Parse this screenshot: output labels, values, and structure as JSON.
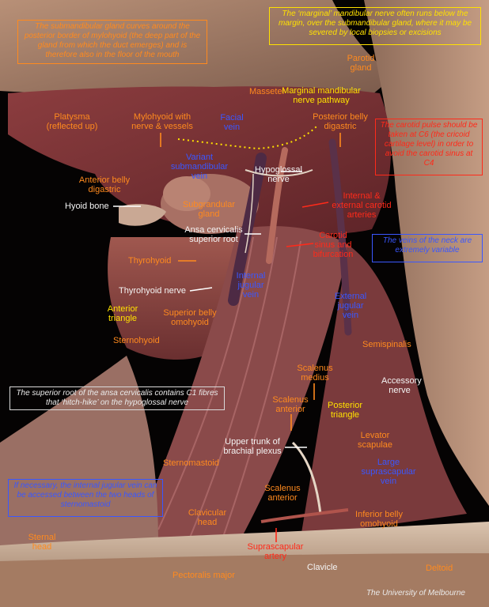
{
  "colors": {
    "orange": "#ff8a1e",
    "yellow": "#ffe100",
    "blue": "#3a57ff",
    "white": "#f4f4f4",
    "red": "#ff2a1a"
  },
  "notes": {
    "submandibular": "The submandibular gland curves around the posterior border of mylohyoid (the deep part of the gland from which the duct emerges) and is therefore also in the floor of the mouth",
    "marginal": "The ‘marginal’ mandibular nerve often runs below the margin, over the submandibular gland, where it may be severed by local  biopsies or excisions",
    "carotid_pulse": "The carotid pulse should be taken at C6 (the cricoid cartilage level) in order to avoid the carotid sinus at C4",
    "veins": "The veins of the neck are extremely variable",
    "ansa": "The superior root of the ansa cervicalis contains C1 fibres that ‘hitch-hike’ on the hypoglossal nerve",
    "ijv": "If necessary, the internal jugular vein can be accessed between the two heads of sternomastoid"
  },
  "labels": {
    "parotid": "Parotid gland",
    "masseter": "Masseter",
    "marginal_path": "Marginal mandibular nerve pathway",
    "platysma": "Platysma (reflected up)",
    "mylohyoid": "Mylohyoid with nerve & vessels",
    "facial_vein": "Facial vein",
    "post_digastric": "Posterior belly digastric",
    "variant_vein": "Variant submandibular vein",
    "hypoglossal": "Hypoglossal nerve",
    "ant_digastric": "Anterior belly digastric",
    "int_ext_carotid": "Internal & external carotid arteries",
    "hyoid": "Hyoid bone",
    "subgland": "Subgrandular gland",
    "ansa_root": "Ansa cervicalis superior root",
    "carotid_sinus": "Carotid sinus and bifurcation",
    "thyrohyoid": "Thyrohyoid",
    "ijv_label": "Internal jugular vein",
    "thyrohyoid_nerve": "Thyrohyoid nerve",
    "ext_jugular": "External jugular vein",
    "ant_triangle": "Anterior triangle",
    "sup_omohyoid": "Superior belly omohyoid",
    "sternohyoid": "Sternohyoid",
    "semispinalis": "Semispinalis",
    "scalenus_medius": "Scalenus medius",
    "accessory": "Accessory nerve",
    "scalenus_anterior_top": "Scalenus anterior",
    "post_triangle": "Posterior triangle",
    "levator": "Levator scapulae",
    "brachial": "Upper trunk of brachial plexus",
    "large_supra": "Large suprascapular vein",
    "sternomastoid": "Sternomastoid",
    "scalenus_anterior": "Scalenus anterior",
    "clavicular_head": "Clavicular head",
    "inf_omohyoid": "Inferior belly omohyoid",
    "sternal_head": "Sternal head",
    "suprascapular_artery": "Suprascapular artery",
    "clavicle": "Clavicle",
    "pectoralis": "Pectoralis major",
    "deltoid": "Deltoid"
  },
  "credit": "The University of Melbourne"
}
